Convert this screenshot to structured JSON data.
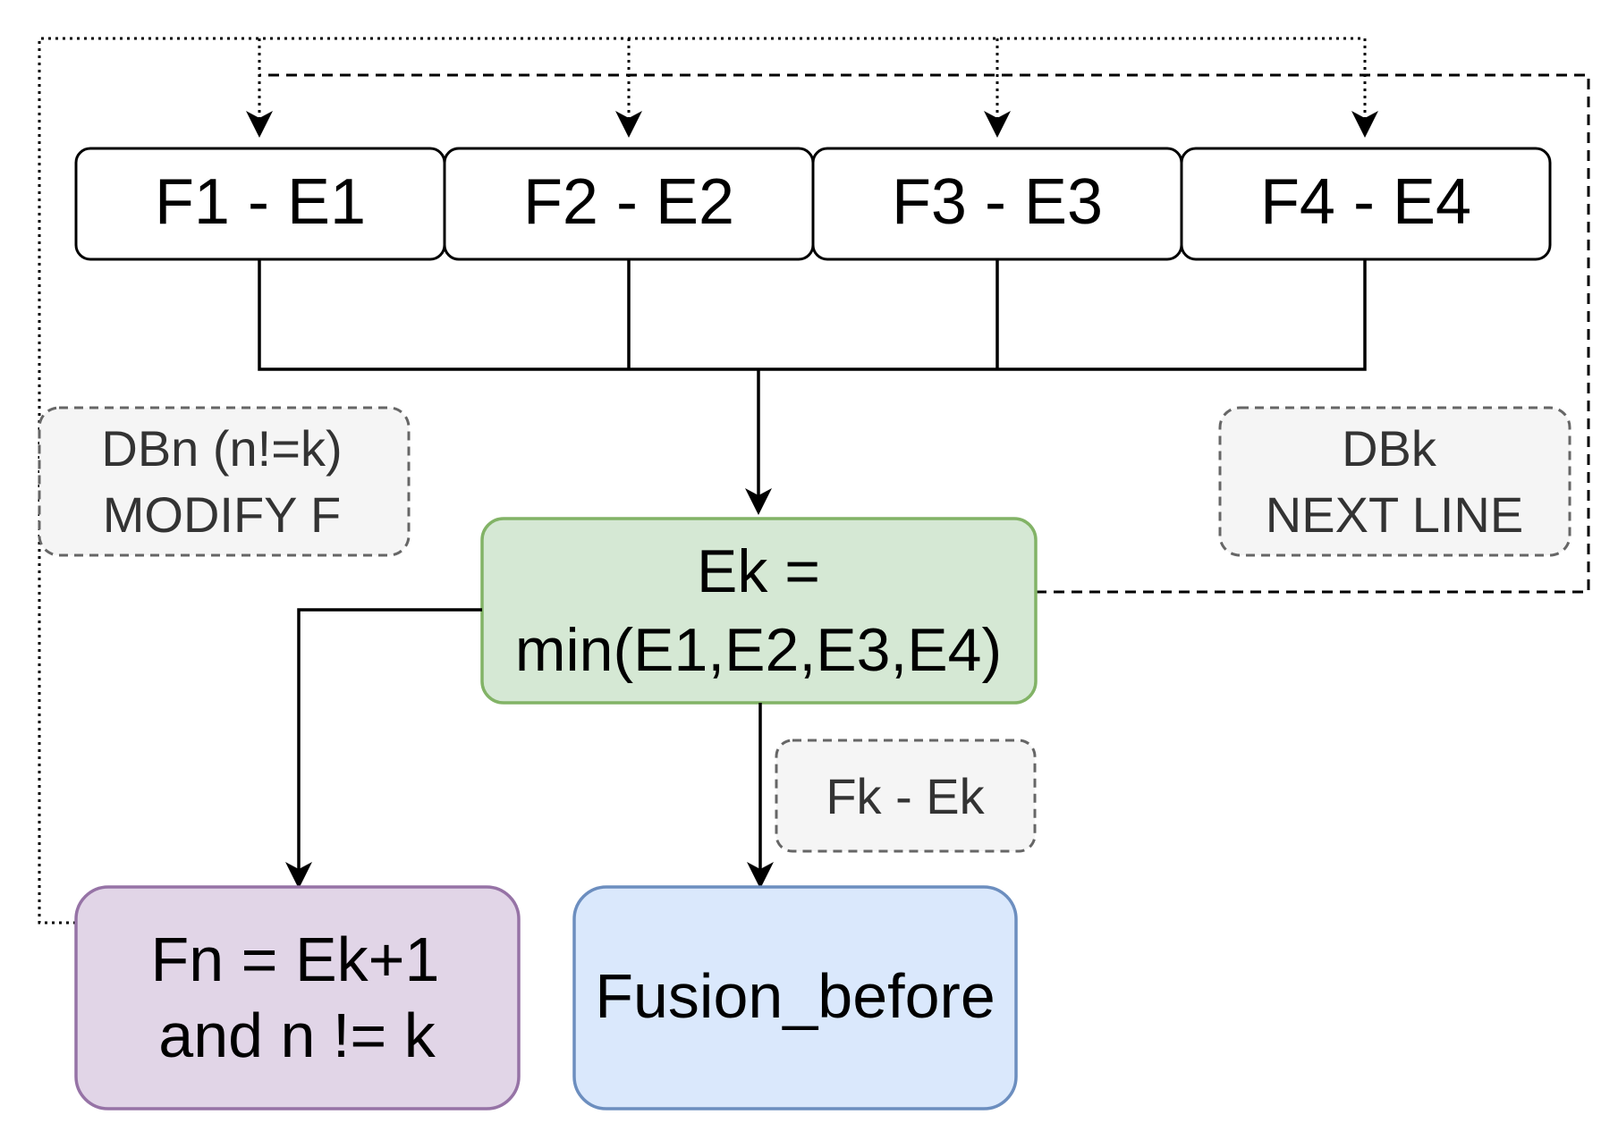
{
  "nodes": {
    "f1": {
      "label": "F1 - E1"
    },
    "f2": {
      "label": "F2 - E2"
    },
    "f3": {
      "label": "F3 - E3"
    },
    "f4": {
      "label": "F4 - E4"
    },
    "ek": {
      "line1": "Ek =",
      "line2": "min(E1,E2,E3,E4)",
      "fill": "#d5e8d4",
      "stroke": "#82b366"
    },
    "fn": {
      "line1": "Fn =  Ek+1",
      "line2": "and n != k",
      "fill": "#e1d5e7",
      "stroke": "#9673a6"
    },
    "fusion": {
      "label": "Fusion_before",
      "fill": "#dae8fc",
      "stroke": "#6c8ebf"
    }
  },
  "notes": {
    "dbn": {
      "line1": "DBn (n!=k)",
      "line2": "MODIFY F"
    },
    "dbk": {
      "line1": "DBk",
      "line2": "NEXT LINE"
    },
    "fkek": {
      "label": "Fk - Ek"
    }
  },
  "colors": {
    "note_fill": "#f5f5f5",
    "note_stroke": "#666666",
    "note_text": "#333333",
    "line": "#000000"
  }
}
